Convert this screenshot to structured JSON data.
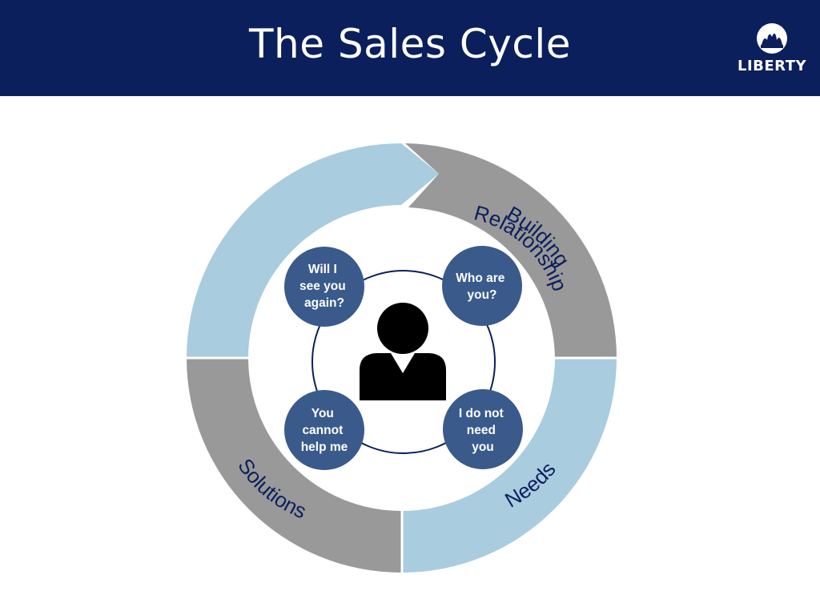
{
  "slide": {
    "title": "The Sales Cycle",
    "logo": {
      "text": "LIBERTY",
      "icon": "liberty-flame-icon"
    }
  },
  "cycle": {
    "segments": [
      {
        "label": "Building Relationship",
        "lines": [
          "Building",
          "Relationship"
        ],
        "color": "#999999"
      },
      {
        "label": "Needs",
        "lines": [
          "Needs"
        ],
        "color": "#a9ccdf"
      },
      {
        "label": "Solutions",
        "lines": [
          "Solutions"
        ],
        "color": "#999999"
      },
      {
        "label": "",
        "lines": [],
        "color": "#a9ccdf"
      }
    ],
    "objections": [
      {
        "lines": [
          "Will I",
          "see you",
          "again?"
        ]
      },
      {
        "lines": [
          "Who are",
          "you?"
        ]
      },
      {
        "lines": [
          "You",
          "cannot",
          "help me"
        ]
      },
      {
        "lines": [
          "I do not",
          "need",
          "you"
        ]
      }
    ],
    "center_icon": "person-icon"
  },
  "colors": {
    "header": "#0b1f5c",
    "bubble": "#3a5a8c",
    "ring_line": "#0b1f5c"
  }
}
